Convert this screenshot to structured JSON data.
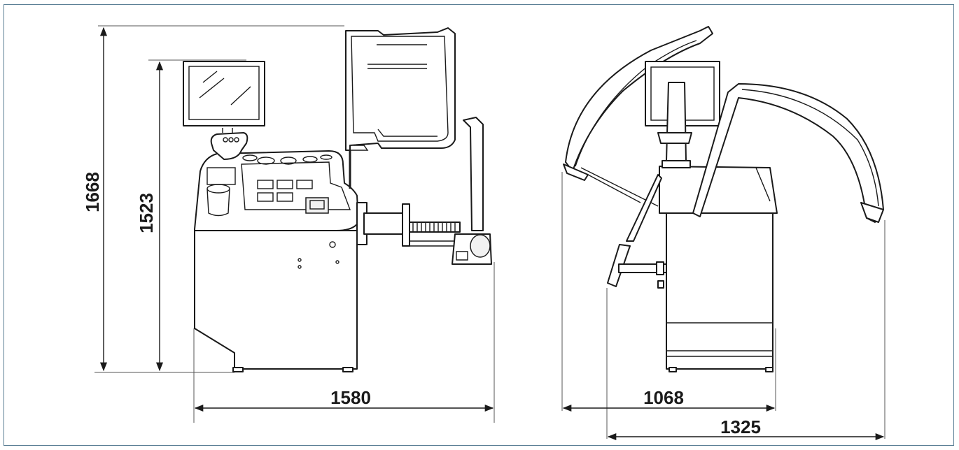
{
  "dimensions": {
    "height_total": "1668",
    "height_body": "1523",
    "width_front": "1580",
    "depth_closed": "1068",
    "depth_open": "1325"
  },
  "colors": {
    "frame_border": "#5b7f95",
    "line": "#1a1a1a"
  }
}
